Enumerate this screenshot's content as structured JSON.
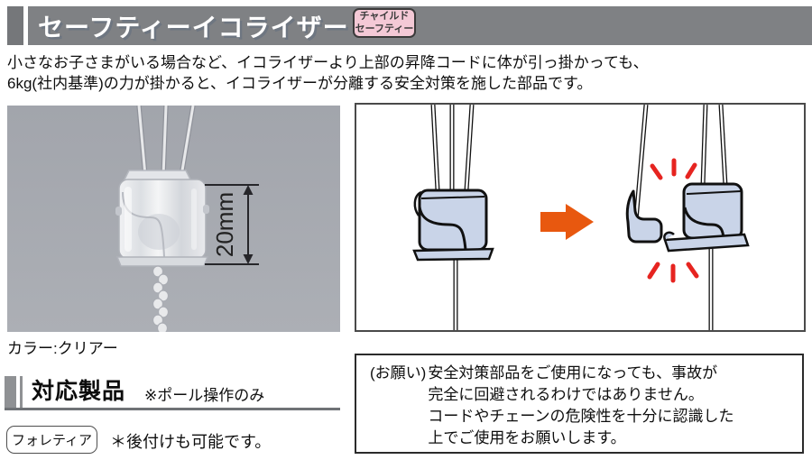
{
  "header": {
    "title": "セーフティーイコライザー",
    "badge": {
      "line1": "チャイルド",
      "line2": "セーフティー"
    }
  },
  "intro": {
    "line1": "小さなお子さまがいる場合など、イコライザーより上部の昇降コードに体が引っ掛かっても、",
    "line2": "6kg(社内基準)の力が掛かると、イコライザーが分離する安全対策を施した部品です。"
  },
  "photo": {
    "dimension_label": "20mm",
    "caption": "カラー:クリアー"
  },
  "products": {
    "heading": "対応製品",
    "note": "※ポール操作のみ",
    "product_tag": "フォレティア",
    "tag_note": "＊後付けも可能です。"
  },
  "notice": {
    "prefix": "(お願い)",
    "lines": [
      "安全対策部品をご使用になっても、事故が",
      "完全に回避されるわけではありません。",
      "コードやチェーンの危険性を十分に認識した",
      "上でご使用をお願いします。"
    ]
  },
  "colors": {
    "header_bar": "#7f8184",
    "badge_pink": "#f4c9d6",
    "photo_bg": "#a7aab1",
    "diagram_body": "#c9d4e8",
    "arrow_orange": "#e8580f",
    "flash_red": "#e62420"
  }
}
